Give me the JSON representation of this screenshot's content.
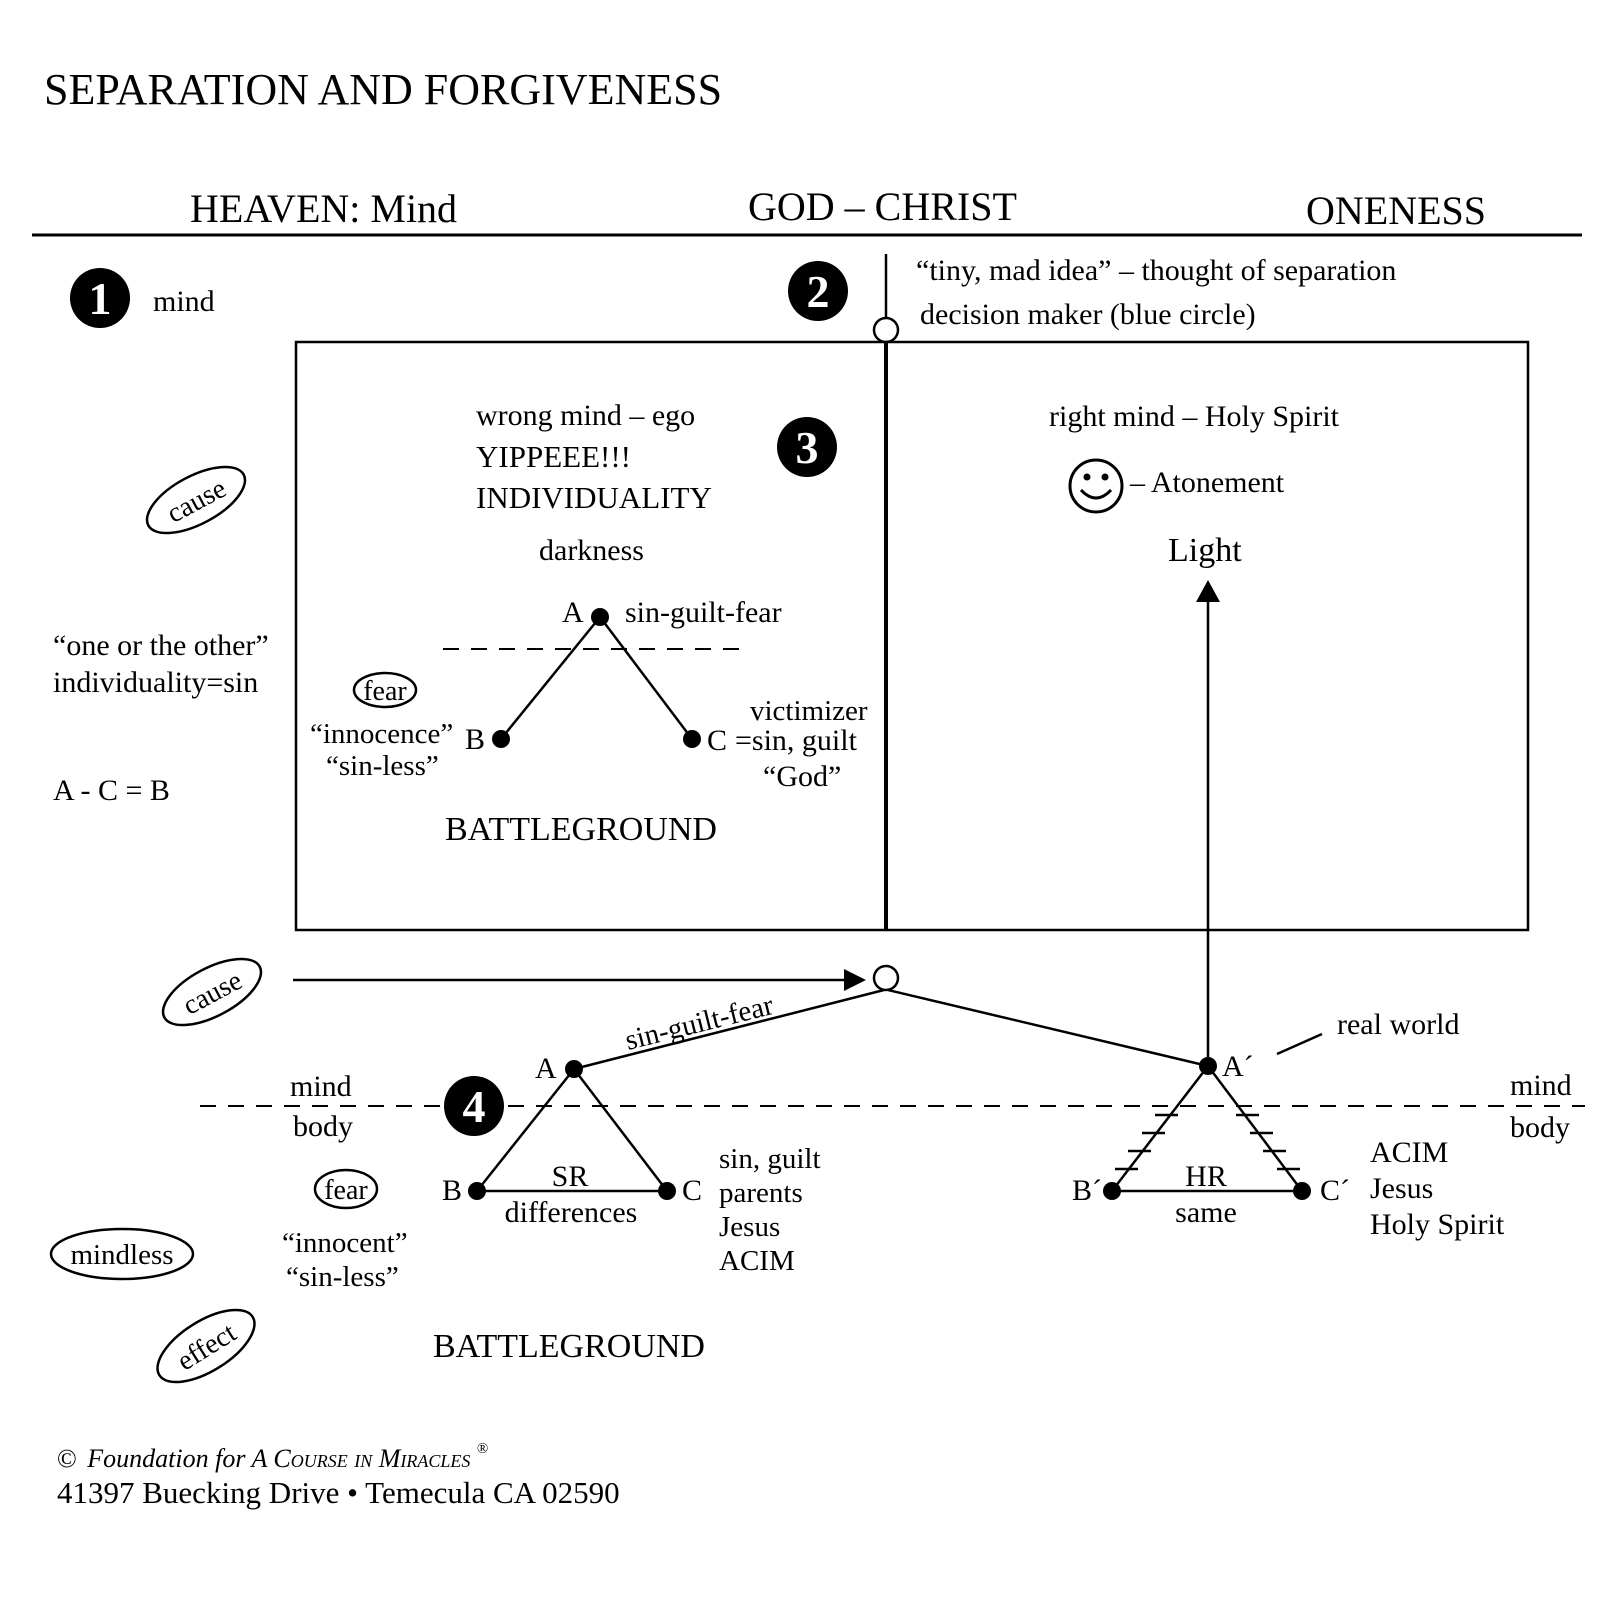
{
  "title": "SEPARATION AND FORGIVENESS",
  "header": {
    "left": "HEAVEN: Mind",
    "center": "GOD – CHRIST",
    "right": "ONENESS"
  },
  "badges": {
    "one": "1",
    "two": "2",
    "three": "3",
    "four": "4"
  },
  "step1": {
    "label": "mind"
  },
  "step2": {
    "line1": "“tiny, mad idea” – thought of separation",
    "line2": "decision maker (blue circle)"
  },
  "left_margin": {
    "cause_top": "cause",
    "one_or_other": "“one or the other”",
    "individuality_sin": "individuality=sin",
    "equation": "A - C = B",
    "cause_bottom": "cause",
    "mind": "mind",
    "body": "body",
    "fear": "fear",
    "mindless": "mindless",
    "innocent": "“innocent”",
    "sinless": "“sin-less”",
    "effect": "effect"
  },
  "wrong_mind": {
    "heading": "wrong mind – ego",
    "yippee": "YIPPEEE!!!",
    "individuality": "INDIVIDUALITY",
    "darkness": "darkness",
    "a_label": "A",
    "a_text": "sin-guilt-fear",
    "fear": "fear",
    "innocence": "“innocence”",
    "sinless": "“sin-less”",
    "b_label": "B",
    "c_label": "C",
    "victimizer": "victimizer",
    "c_text": "=sin, guilt",
    "god": "“God”",
    "battleground": "BATTLEGROUND"
  },
  "right_mind": {
    "heading": "right mind – Holy Spirit",
    "atonement": "– Atonement",
    "light": "Light"
  },
  "world": {
    "sin_guilt_fear": "sin-guilt-fear",
    "a_label": "A",
    "b_label": "B",
    "c_label": "C",
    "sr": "SR",
    "differences": "differences",
    "c_list": [
      "sin, guilt",
      "parents",
      "Jesus",
      "ACIM"
    ],
    "battleground": "BATTLEGROUND",
    "real_world": "real world",
    "a_prime": "A´",
    "b_prime": "B´",
    "c_prime": "C´",
    "hr": "HR",
    "same": "same",
    "c_prime_list": [
      "ACIM",
      "Jesus",
      "Holy Spirit"
    ],
    "mind_right": "mind",
    "body_right": "body"
  },
  "footer": {
    "copyright_symbol": "©",
    "foundation": "Foundation for A ",
    "course": "Course in ",
    "miracles": "Miracles",
    "registered": "®",
    "address": "41397 Buecking Drive • Temecula CA 02590"
  }
}
